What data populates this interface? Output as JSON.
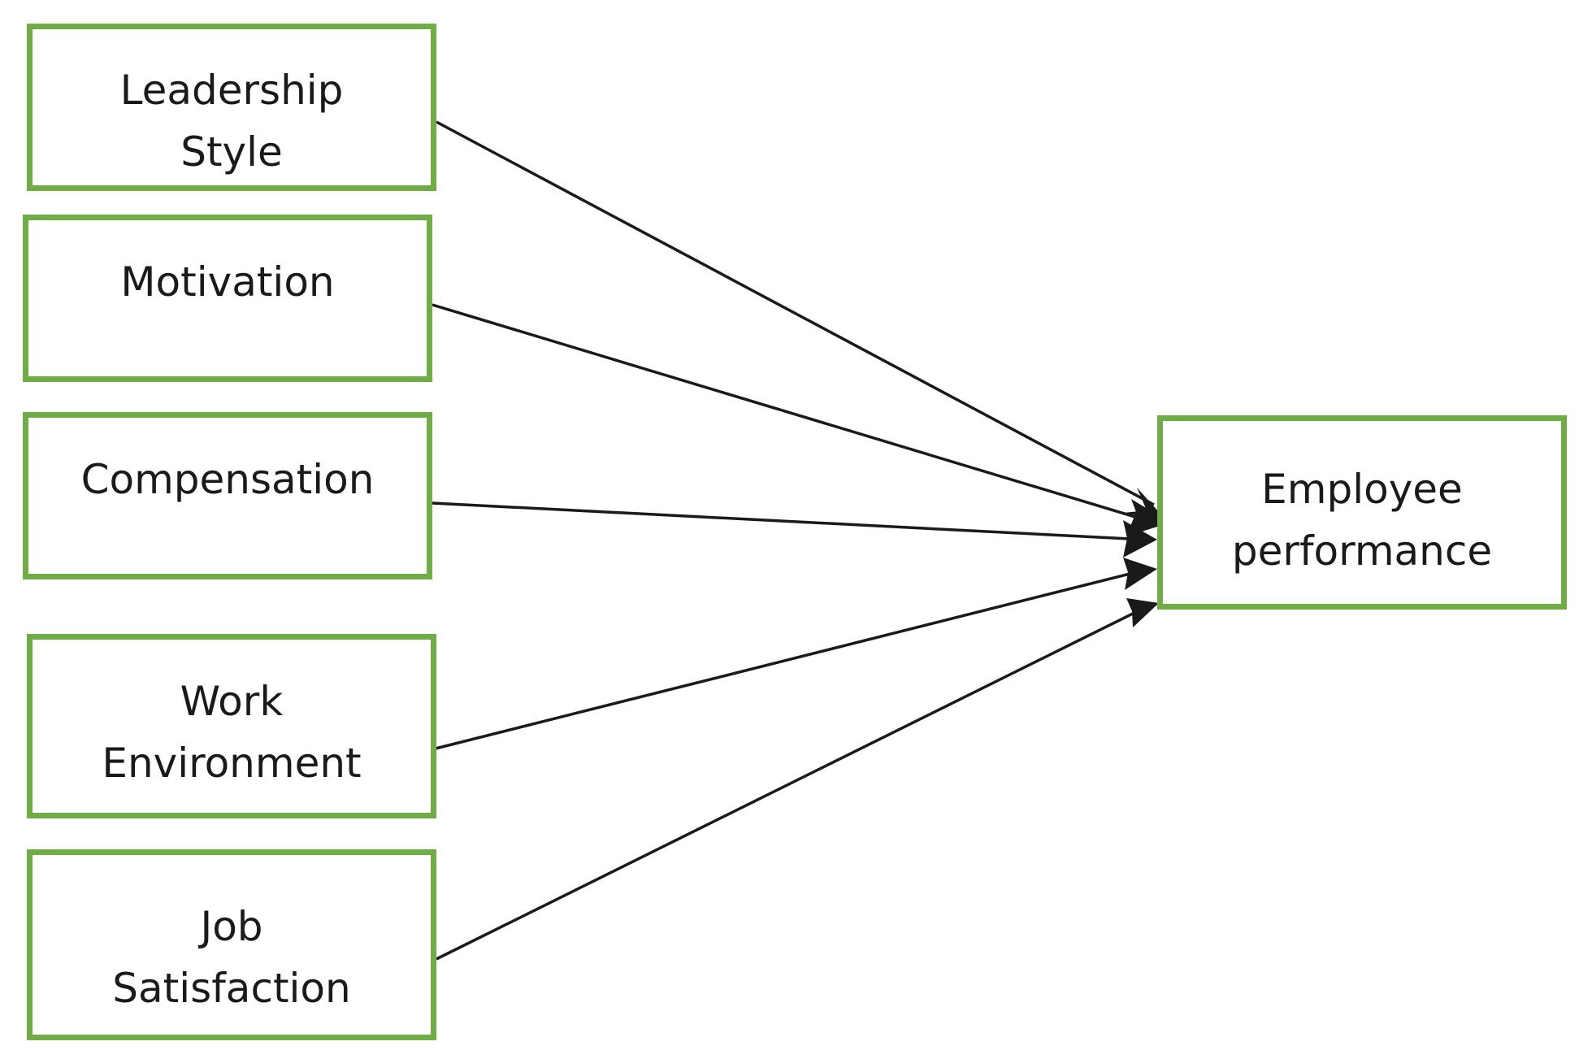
{
  "colors": {
    "box_border": "#70ad47",
    "arrow": "#1a1a1a",
    "text": "#1a1a1a",
    "background": "#ffffff"
  },
  "nodes": {
    "leadership": {
      "line1": "Leadership",
      "line2": "Style"
    },
    "motivation": {
      "line1": "Motivation"
    },
    "compensation": {
      "line1": "Compensation"
    },
    "work_environment": {
      "line1": "Work",
      "line2": "Environment"
    },
    "job_satisfaction": {
      "line1": "Job",
      "line2": "Satisfaction"
    },
    "employee_performance": {
      "line1": "Employee",
      "line2": "performance"
    }
  },
  "edges": [
    {
      "from": "leadership",
      "to": "employee_performance"
    },
    {
      "from": "motivation",
      "to": "employee_performance"
    },
    {
      "from": "compensation",
      "to": "employee_performance"
    },
    {
      "from": "work_environment",
      "to": "employee_performance"
    },
    {
      "from": "job_satisfaction",
      "to": "employee_performance"
    }
  ]
}
